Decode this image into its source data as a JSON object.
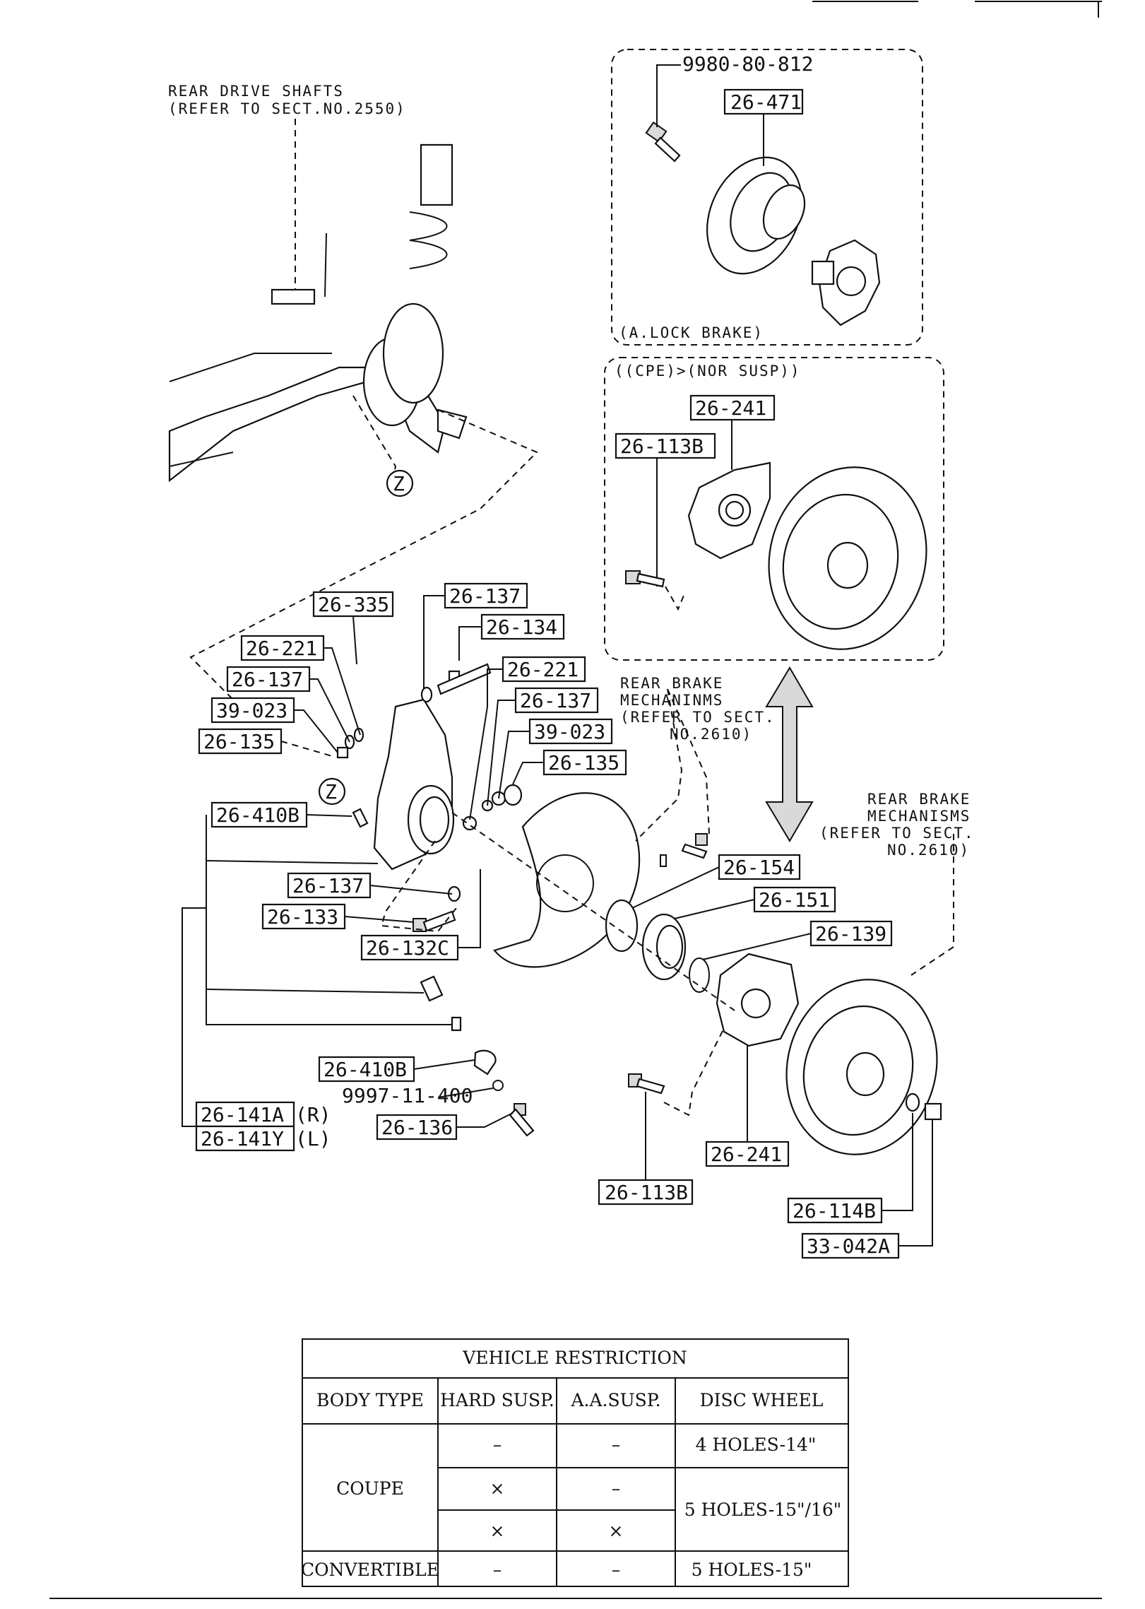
{
  "notes": {
    "drive_shafts_line1": "REAR DRIVE SHAFTS",
    "drive_shafts_line2": "(REFER TO SECT.NO.2550)",
    "lock_brake": "(A.LOCK BRAKE)",
    "cpe_nor": "((CPE)>(NOR SUSP))",
    "brake_mech_a_l1": "REAR BRAKE",
    "brake_mech_a_l2": "MECHANINMS",
    "brake_mech_a_l3": "(REFER TO SECT.",
    "brake_mech_a_l4": "NO.2610)",
    "brake_mech_b_l1": "REAR BRAKE",
    "brake_mech_b_l2": "MECHANISMS",
    "brake_mech_b_l3": "(REFER TO SECT.",
    "brake_mech_b_l4": "NO.2610)",
    "ref_z": "Z"
  },
  "parts": {
    "p9980_80_812": "9980-80-812",
    "p26_471": "26-471",
    "p26_241_top": "26-241",
    "p26_113b_top": "26-113B",
    "p26_335": "26-335",
    "p26_137_a": "26-137",
    "p26_134": "26-134",
    "p26_221_a": "26-221",
    "p26_221_b": "26-221",
    "p26_137_b": "26-137",
    "p26_137_c": "26-137",
    "p39_023_a": "39-023",
    "p39_023_b": "39-023",
    "p26_135_a": "26-135",
    "p26_135_b": "26-135",
    "p26_410b_a": "26-410B",
    "p26_154": "26-154",
    "p26_151": "26-151",
    "p26_139": "26-139",
    "p26_137_d": "26-137",
    "p26_133": "26-133",
    "p26_132c": "26-132C",
    "p26_410b_b": "26-410B",
    "p9997_11_400": "9997-11-400",
    "p26_141a": "26-141A",
    "p26_141a_side": "(R)",
    "p26_141y": "26-141Y",
    "p26_141y_side": "(L)",
    "p26_136": "26-136",
    "p26_241_bottom": "26-241",
    "p26_113b_bottom": "26-113B",
    "p26_114b": "26-114B",
    "p33_042a": "33-042A"
  },
  "table": {
    "title": "VEHICLE RESTRICTION",
    "headers": [
      "BODY TYPE",
      "HARD SUSP.",
      "A.A.SUSP.",
      "DISC WHEEL"
    ],
    "rows": [
      {
        "body": "COUPE",
        "hard": "–",
        "aa": "–",
        "disc": "4 HOLES-14\""
      },
      {
        "body": "COUPE",
        "hard": "×",
        "aa": "–",
        "disc": "5 HOLES-15\"/16\""
      },
      {
        "body": "COUPE",
        "hard": "×",
        "aa": "×",
        "disc": "5 HOLES-15\"/16\""
      },
      {
        "body": "CONVERTIBLE",
        "hard": "–",
        "aa": "–",
        "disc": "5 HOLES-15\""
      }
    ]
  }
}
